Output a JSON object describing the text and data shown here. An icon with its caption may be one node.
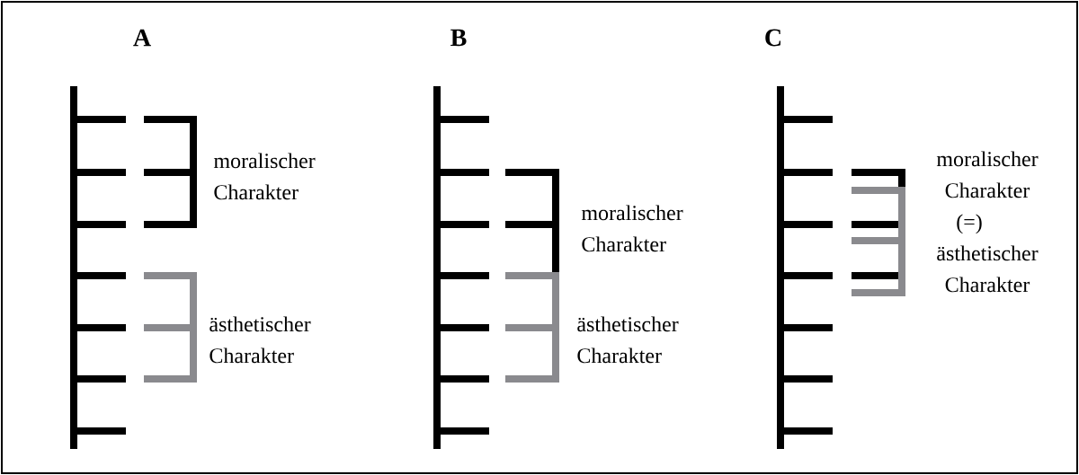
{
  "diagram": {
    "labels": [
      "A",
      "B",
      "C",
      "moralischer Charakter",
      "ästhetischer Charakter",
      "moralischer Charakter",
      "ästhetischer Charakter",
      "moralischer Charakter",
      "(=)",
      "ästhetischer Charakter"
    ]
  }
}
